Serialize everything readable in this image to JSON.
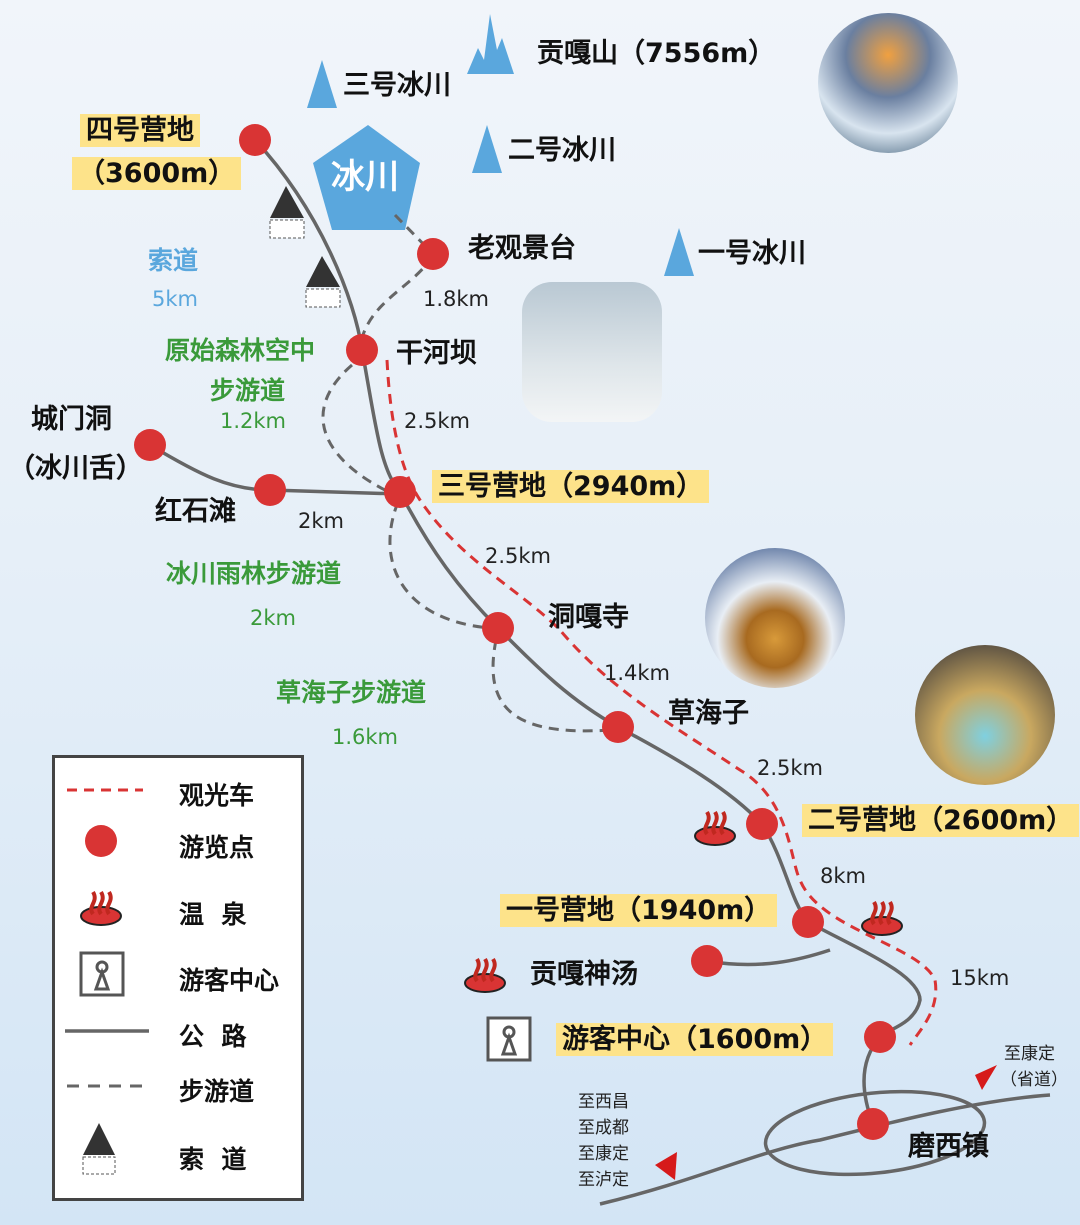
{
  "peaks": {
    "gongga": "贡嘎山（7556m）",
    "glacier3": "三号冰川",
    "glacier2": "二号冰川",
    "glacier1": "一号冰川",
    "glacier_center": "冰川"
  },
  "places": {
    "camp4_name": "四号营地",
    "camp4_alt": "（3600m）",
    "old_viewpoint": "老观景台",
    "ganheba": "干河坝",
    "chengmendong": "城门洞",
    "chengmendong_sub": "（冰川舌）",
    "hongshitan": "红石滩",
    "camp3": "三号营地（2940m）",
    "donggasi": "洞嘎寺",
    "caohaizi": "草海子",
    "camp2": "二号营地（2600m）",
    "camp1": "一号营地（1940m）",
    "shentang": "贡嘎神汤",
    "visitor_center": "游客中心（1600m）",
    "moxi": "磨西镇",
    "to_kangding_prov": "至康定",
    "to_kangding_prov_sub": "（省道）",
    "to_list": [
      "至西昌",
      "至成都",
      "至康定",
      "至泸定"
    ]
  },
  "trails": {
    "ropeway": "索道",
    "ropeway_km": "5km",
    "forest_trail_1": "原始森林空中",
    "forest_trail_2": "步游道",
    "forest_trail_km": "1.2km",
    "rainforest_trail": "冰川雨林步游道",
    "rainforest_km": "2km",
    "caohaizi_trail": "草海子步游道",
    "caohaizi_km": "1.6km"
  },
  "distances": {
    "d_viewpoint": "1.8km",
    "d_ganheba": "2.5km",
    "d_hongshitan": "2km",
    "d_camp3": "2.5km",
    "d_donggasi": "1.4km",
    "d_caohaizi": "2.5km",
    "d_camp2": "8km",
    "d_camp1": "15km"
  },
  "legend": {
    "bus": "观光车",
    "spot": "游览点",
    "hotspring": "温  泉",
    "visitor": "游客中心",
    "road": "公  路",
    "trail": "步游道",
    "ropeway": "索  道"
  },
  "colors": {
    "spot": "#d93434",
    "peak": "#5aa7dd",
    "highlight": "#fde38a",
    "trail": "#3a9a3a"
  }
}
